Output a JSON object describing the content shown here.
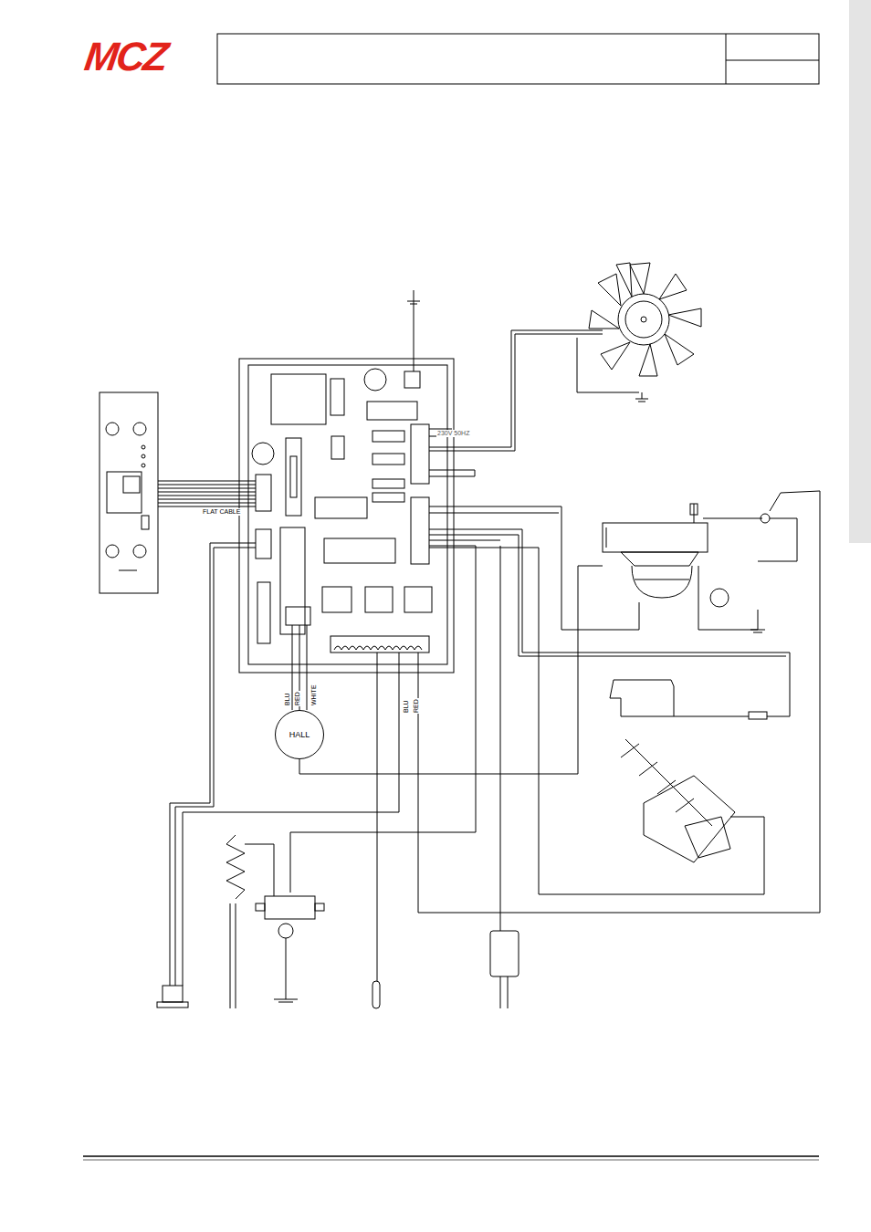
{
  "diagram": {
    "nodes": [
      {
        "text": [
          "HALL"
        ]
      }
    ],
    "edges": [],
    "labels": [
      "MCZ",
      "FLAT CABLE",
      "230V 50HZ",
      "BLU",
      "RED",
      "WHITE",
      "BLU",
      "RED"
    ]
  }
}
